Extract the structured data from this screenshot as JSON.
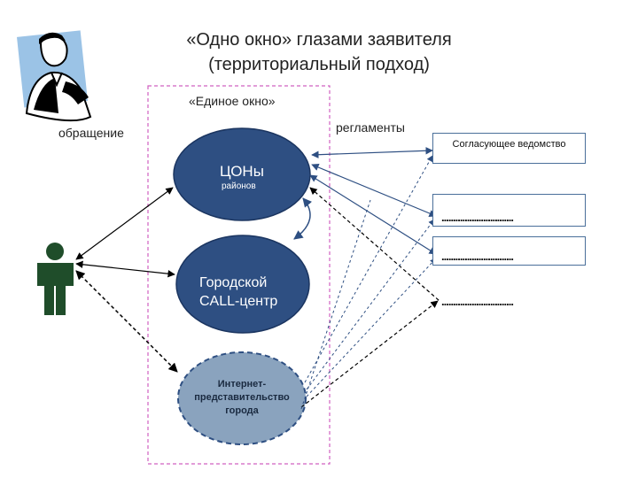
{
  "title_line1": "«Одно окно» глазами заявителя",
  "title_line2": "(территориальный подход)",
  "frame_label": "«Единое окно»",
  "left_label": "обращение",
  "right_label": "регламенты",
  "nodes": {
    "tson": {
      "main": "ЦОНы",
      "sub": "районов"
    },
    "call": {
      "line1": "Городской",
      "line2": "CALL-центр"
    },
    "internet": {
      "line1": "Интернет-",
      "line2": "представительство",
      "line3": "города"
    }
  },
  "agencies": {
    "box1": "Согласующее ведомство",
    "placeholder": "..............................."
  },
  "colors": {
    "node_fill": "#2e4f82",
    "internet_fill": "#8aa3be",
    "frame": "#d060c0",
    "arrow_dark": "#000000",
    "arrow_blue": "#2e4f82",
    "person": "#1f4d2a"
  }
}
